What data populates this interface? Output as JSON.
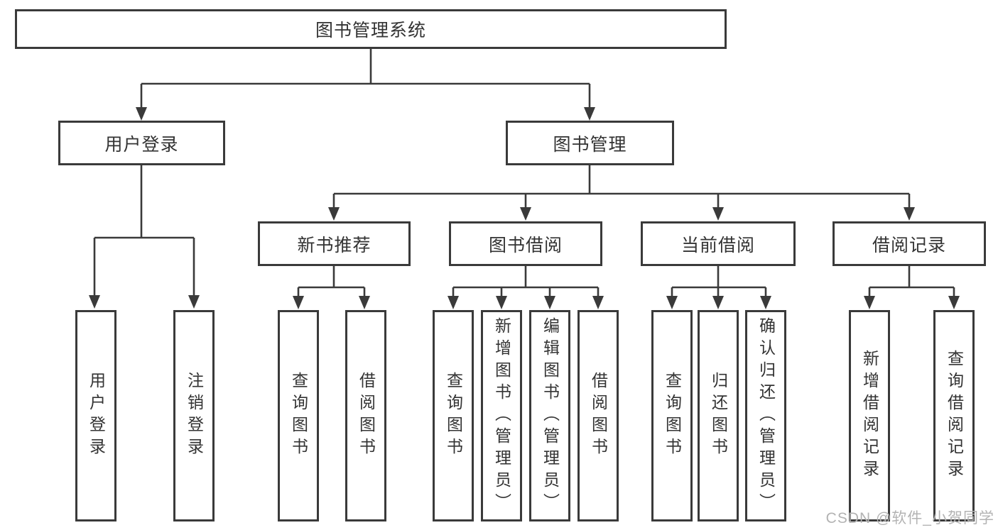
{
  "diagram": {
    "type": "hierarchy-tree",
    "root": {
      "label": "图书管理系统",
      "children": [
        {
          "label": "用户登录",
          "children": [
            {
              "label": "用户登录"
            },
            {
              "label": "注销登录"
            }
          ]
        },
        {
          "label": "图书管理",
          "children": [
            {
              "label": "新书推荐",
              "children": [
                {
                  "label": "查询图书"
                },
                {
                  "label": "借阅图书"
                }
              ]
            },
            {
              "label": "图书借阅",
              "children": [
                {
                  "label": "查询图书"
                },
                {
                  "label": "新增图书（管理员）"
                },
                {
                  "label": "编辑图书（管理员）"
                },
                {
                  "label": "借阅图书"
                }
              ]
            },
            {
              "label": "当前借阅",
              "children": [
                {
                  "label": "查询图书"
                },
                {
                  "label": "归还图书"
                },
                {
                  "label": "确认归还（管理员）"
                }
              ]
            },
            {
              "label": "借阅记录",
              "children": [
                {
                  "label": "新增借阅记录"
                },
                {
                  "label": "查询借阅记录"
                }
              ]
            }
          ]
        }
      ]
    },
    "colors": {
      "line": "#3a3a3a",
      "text": "#333333",
      "box_fill": "#ffffff",
      "watermark": "#b3b3b3",
      "background": "#ffffff"
    }
  },
  "watermark": {
    "text": "CSDN @软件_小贺同学"
  }
}
